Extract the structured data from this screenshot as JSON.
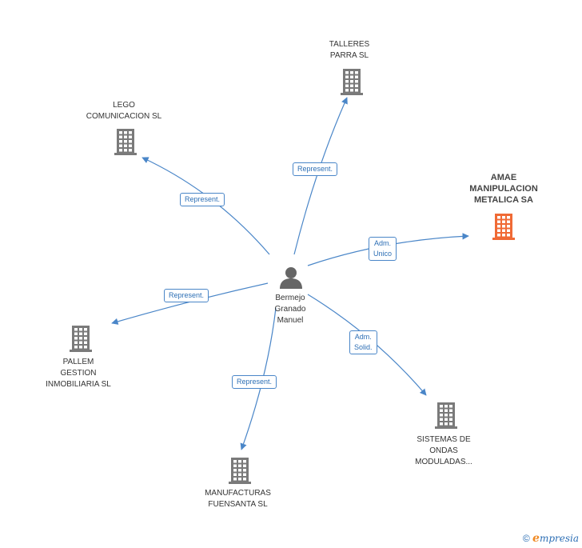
{
  "center": {
    "label_lines": [
      "Bermejo",
      "Granado",
      "Manuel"
    ]
  },
  "nodes": [
    {
      "id": "talleres",
      "label_lines": [
        "TALLERES",
        "PARRA SL"
      ],
      "highlight": false
    },
    {
      "id": "lego",
      "label_lines": [
        "LEGO",
        "COMUNICACION SL"
      ],
      "highlight": false
    },
    {
      "id": "amae",
      "label_lines": [
        "AMAE",
        "MANIPULACION",
        "METALICA SA"
      ],
      "highlight": true
    },
    {
      "id": "pallem",
      "label_lines": [
        "PALLEM",
        "GESTION",
        "INMOBILIARIA SL"
      ],
      "highlight": false
    },
    {
      "id": "sistemas",
      "label_lines": [
        "SISTEMAS DE",
        "ONDAS",
        "MODULADAS..."
      ],
      "highlight": false
    },
    {
      "id": "manufacturas",
      "label_lines": [
        "MANUFACTURAS",
        "FUENSANTA  SL"
      ],
      "highlight": false
    }
  ],
  "edges": [
    {
      "to": "talleres",
      "label_lines": [
        "Represent."
      ]
    },
    {
      "to": "lego",
      "label_lines": [
        "Represent."
      ]
    },
    {
      "to": "amae",
      "label_lines": [
        "Adm.",
        "Unico"
      ]
    },
    {
      "to": "pallem",
      "label_lines": [
        "Represent."
      ]
    },
    {
      "to": "sistemas",
      "label_lines": [
        "Adm.",
        "Solid."
      ]
    },
    {
      "to": "manufacturas",
      "label_lines": [
        "Represent."
      ]
    }
  ],
  "colors": {
    "edge": "#4a86c8",
    "building": "#7a7a7a",
    "highlight": "#f06a35",
    "person": "#666666"
  },
  "footer": {
    "copyright": "©",
    "brand_initial": "e",
    "brand_rest": "mpresia"
  }
}
